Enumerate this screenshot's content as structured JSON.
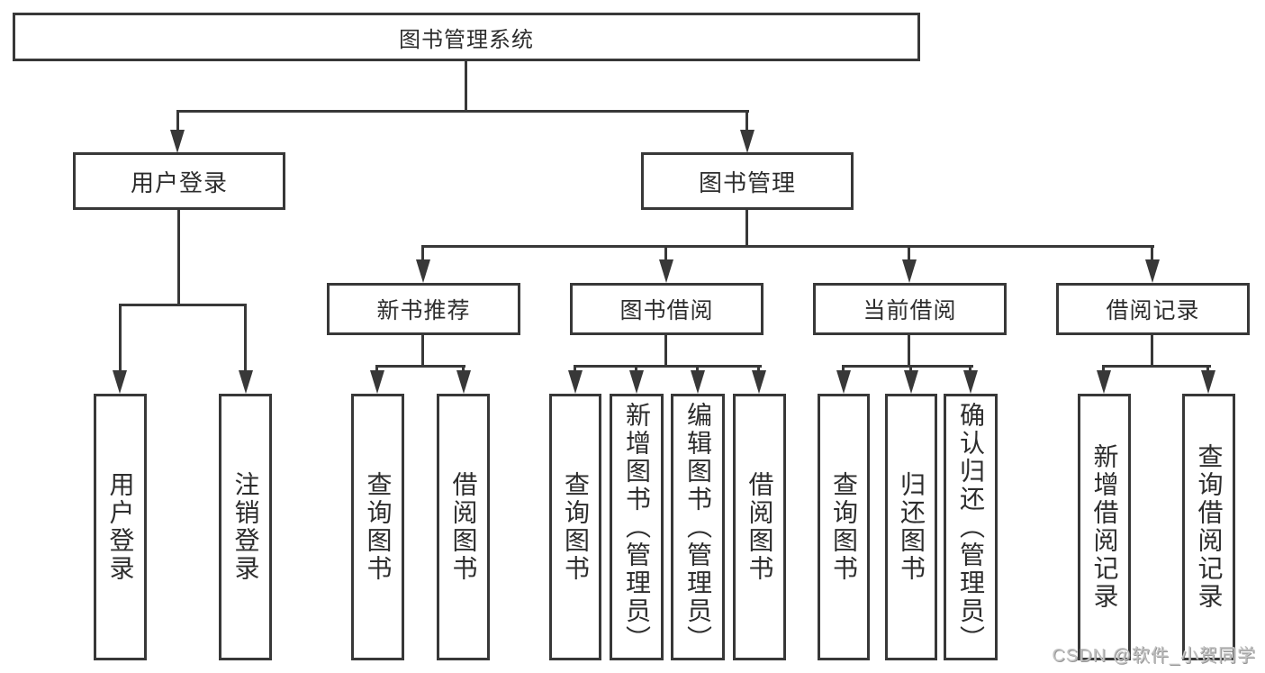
{
  "diagram": {
    "root": {
      "label": "图书管理系统"
    },
    "branches": [
      {
        "label": "用户登录",
        "children": [
          {
            "label": "用户登录"
          },
          {
            "label": "注销登录"
          }
        ]
      },
      {
        "label": "图书管理",
        "children": [
          {
            "label": "新书推荐",
            "children": [
              {
                "label": "查询图书"
              },
              {
                "label": "借阅图书"
              }
            ]
          },
          {
            "label": "图书借阅",
            "children": [
              {
                "label": "查询图书"
              },
              {
                "label": "新增图书（管理员）"
              },
              {
                "label": "编辑图书（管理员）"
              },
              {
                "label": "借阅图书"
              }
            ]
          },
          {
            "label": "当前借阅",
            "children": [
              {
                "label": "查询图书"
              },
              {
                "label": "归还图书"
              },
              {
                "label": "确认归还（管理员）"
              }
            ]
          },
          {
            "label": "借阅记录",
            "children": [
              {
                "label": "新增借阅记录"
              },
              {
                "label": "查询借阅记录"
              }
            ]
          }
        ]
      }
    ]
  },
  "watermark": {
    "text": "CSDN @软件_小贺同学"
  },
  "colors": {
    "line": "#383838",
    "text": "#2d2d2d",
    "background": "#ffffff",
    "watermark": "#c2c2c2"
  }
}
